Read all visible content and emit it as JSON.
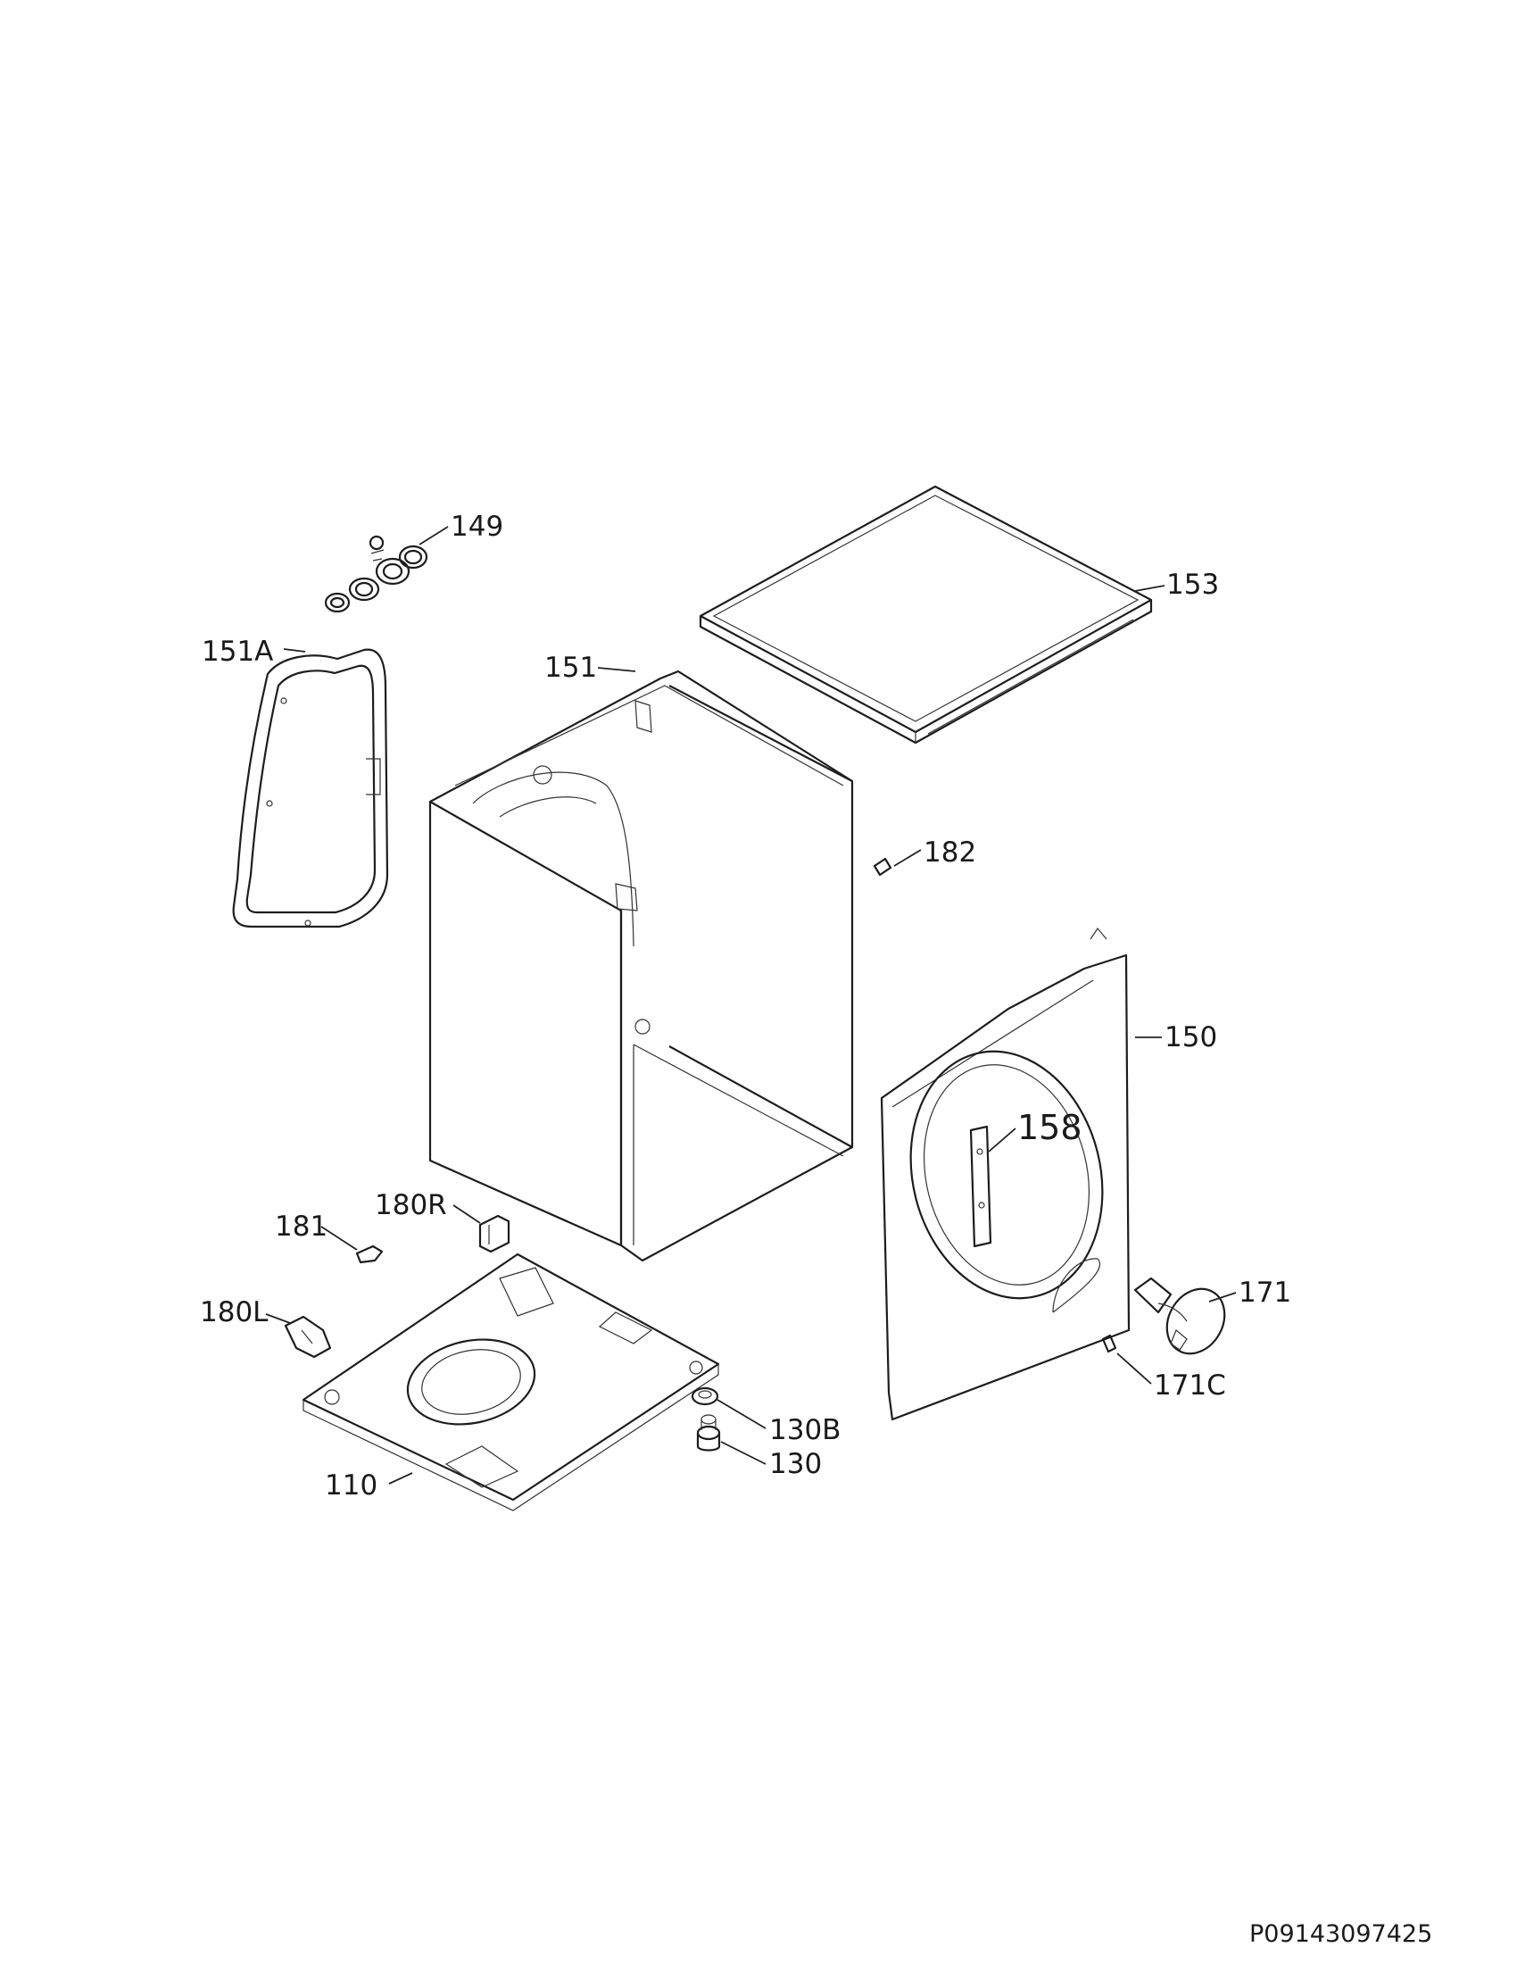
{
  "callouts": {
    "p149": "149",
    "p153": "153",
    "p151A": "151A",
    "p151": "151",
    "p182": "182",
    "p150": "150",
    "p158": "158",
    "p180R": "180R",
    "p181": "181",
    "p171": "171",
    "p180L": "180L",
    "p171C": "171C",
    "p130B": "130B",
    "p130": "130",
    "p110": "110"
  },
  "footer": {
    "code": "P09143097425"
  }
}
